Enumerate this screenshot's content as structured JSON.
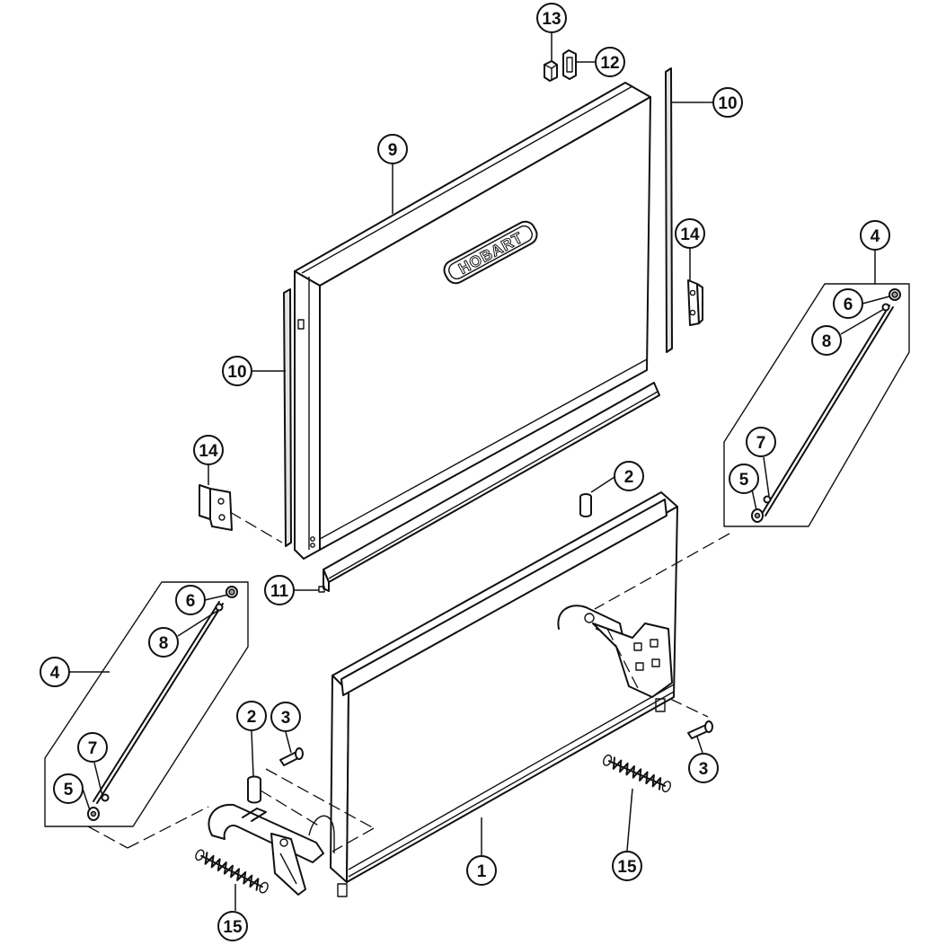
{
  "logo": {
    "text": "HOBART"
  },
  "callouts": [
    {
      "id": "c13",
      "label": "13"
    },
    {
      "id": "c12",
      "label": "12"
    },
    {
      "id": "c10a",
      "label": "10"
    },
    {
      "id": "c9",
      "label": "9"
    },
    {
      "id": "c14a",
      "label": "14"
    },
    {
      "id": "c4a",
      "label": "4"
    },
    {
      "id": "c6a",
      "label": "6"
    },
    {
      "id": "c8a",
      "label": "8"
    },
    {
      "id": "c10b",
      "label": "10"
    },
    {
      "id": "c7a",
      "label": "7"
    },
    {
      "id": "c5a",
      "label": "5"
    },
    {
      "id": "c14b",
      "label": "14"
    },
    {
      "id": "c2a",
      "label": "2"
    },
    {
      "id": "c11",
      "label": "11"
    },
    {
      "id": "c6b",
      "label": "6"
    },
    {
      "id": "c8b",
      "label": "8"
    },
    {
      "id": "c4b",
      "label": "4"
    },
    {
      "id": "c2b",
      "label": "2"
    },
    {
      "id": "c3a",
      "label": "3"
    },
    {
      "id": "c7b",
      "label": "7"
    },
    {
      "id": "c3b",
      "label": "3"
    },
    {
      "id": "c5b",
      "label": "5"
    },
    {
      "id": "c1",
      "label": "1"
    },
    {
      "id": "c15a",
      "label": "15"
    },
    {
      "id": "c15b",
      "label": "15"
    }
  ]
}
